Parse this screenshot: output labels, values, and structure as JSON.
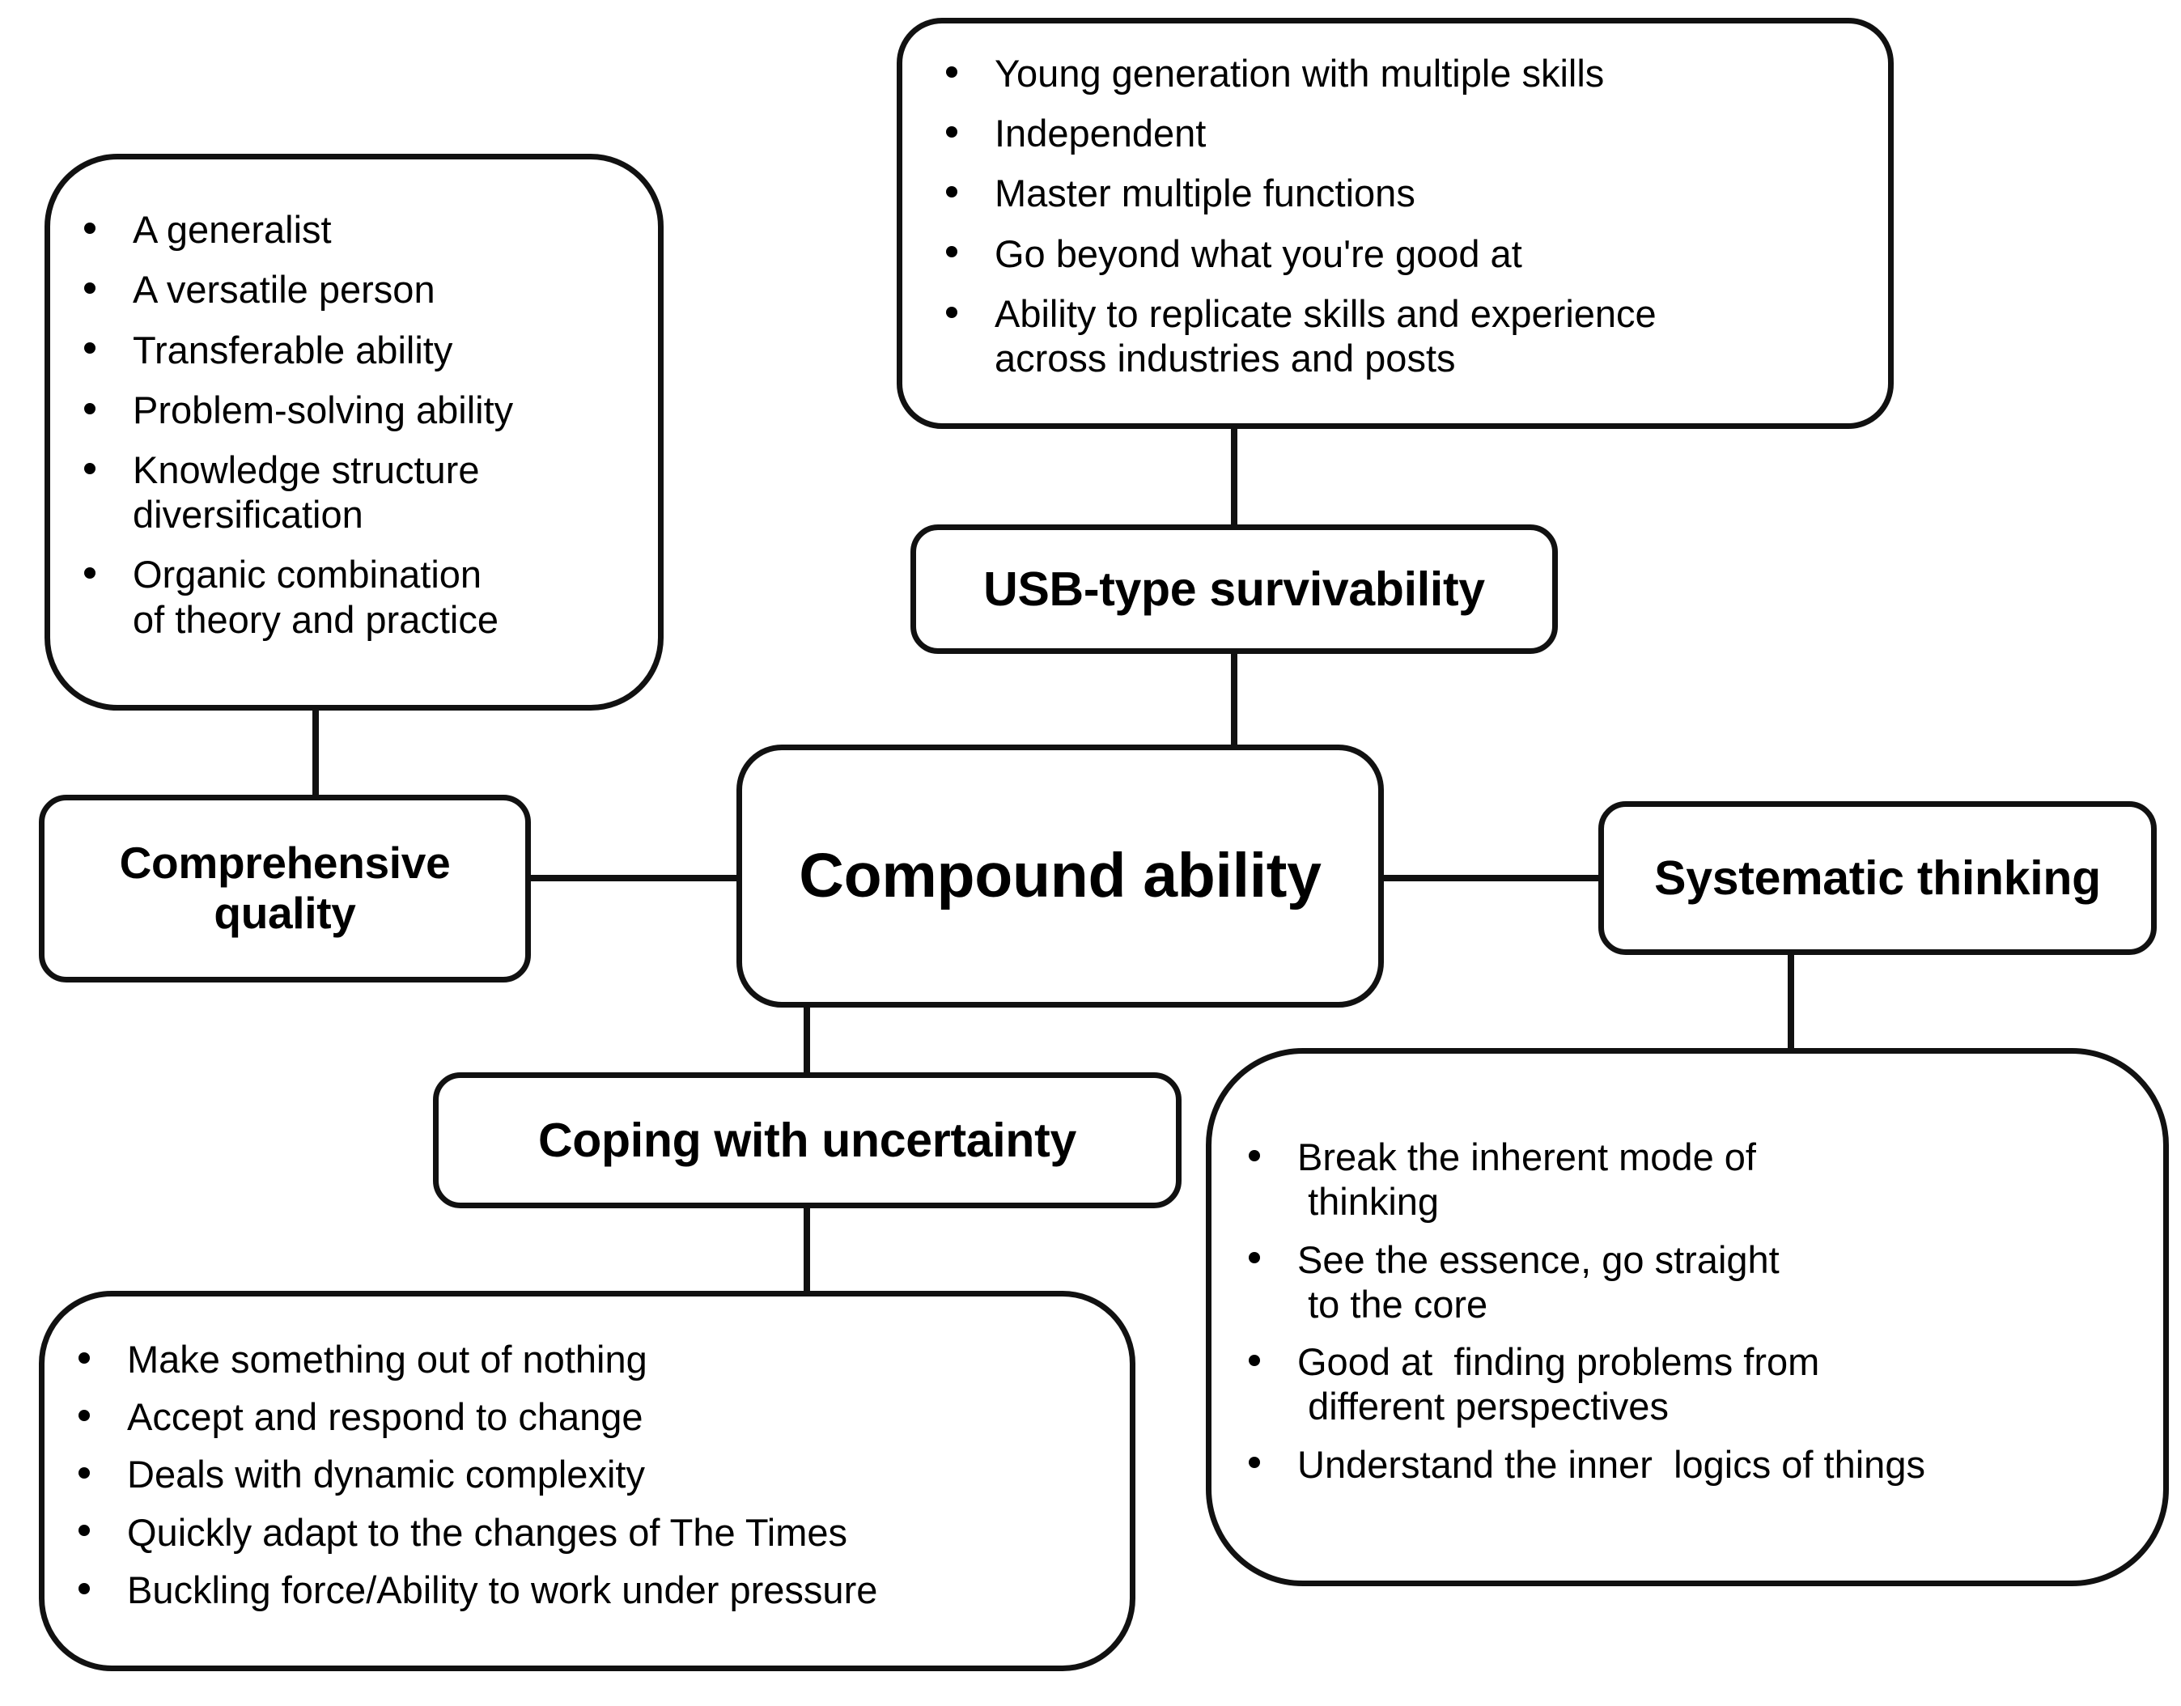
{
  "diagram": {
    "type": "mind-map",
    "center": {
      "label": "Compound ability"
    },
    "branches": [
      {
        "id": "comprehensive-quality",
        "label": "Comprehensive\nquality",
        "position": "left",
        "details": [
          "A generalist",
          "A versatile person",
          "Transferable ability",
          "Problem-solving ability",
          "Knowledge structure\ndiversification",
          "Organic combination\nof theory and practice"
        ]
      },
      {
        "id": "usb-type-survivability",
        "label": "USB-type survivability",
        "position": "top",
        "details": [
          "Young generation with multiple skills",
          "Independent",
          "Master multiple functions",
          "Go beyond what you're good at",
          "Ability to replicate skills and experience\nacross industries and posts"
        ]
      },
      {
        "id": "systematic-thinking",
        "label": "Systematic thinking",
        "position": "right",
        "details": [
          "Break the inherent mode of\n thinking",
          "See the essence, go straight\n to the core",
          "Good at  finding problems from\n different perspectives",
          "Understand the inner  logics of things"
        ]
      },
      {
        "id": "coping-with-uncertainty",
        "label": "Coping with uncertainty",
        "position": "bottom",
        "details": [
          "Make something out of nothing",
          "Accept and respond to change",
          "Deals with dynamic complexity",
          "Quickly adapt to the changes of The Times",
          "Buckling force/Ability to work under pressure"
        ]
      }
    ],
    "connections": [
      {
        "from": "comprehensive-quality-details",
        "to": "comprehensive-quality"
      },
      {
        "from": "comprehensive-quality",
        "to": "compound-ability"
      },
      {
        "from": "usb-type-survivability-details",
        "to": "usb-type-survivability"
      },
      {
        "from": "usb-type-survivability",
        "to": "compound-ability"
      },
      {
        "from": "compound-ability",
        "to": "systematic-thinking"
      },
      {
        "from": "systematic-thinking",
        "to": "systematic-thinking-details"
      },
      {
        "from": "compound-ability",
        "to": "coping-with-uncertainty"
      },
      {
        "from": "coping-with-uncertainty",
        "to": "coping-with-uncertainty-details"
      }
    ],
    "style": {
      "stroke": "#111111",
      "background": "#ffffff",
      "text": "#000000"
    }
  }
}
